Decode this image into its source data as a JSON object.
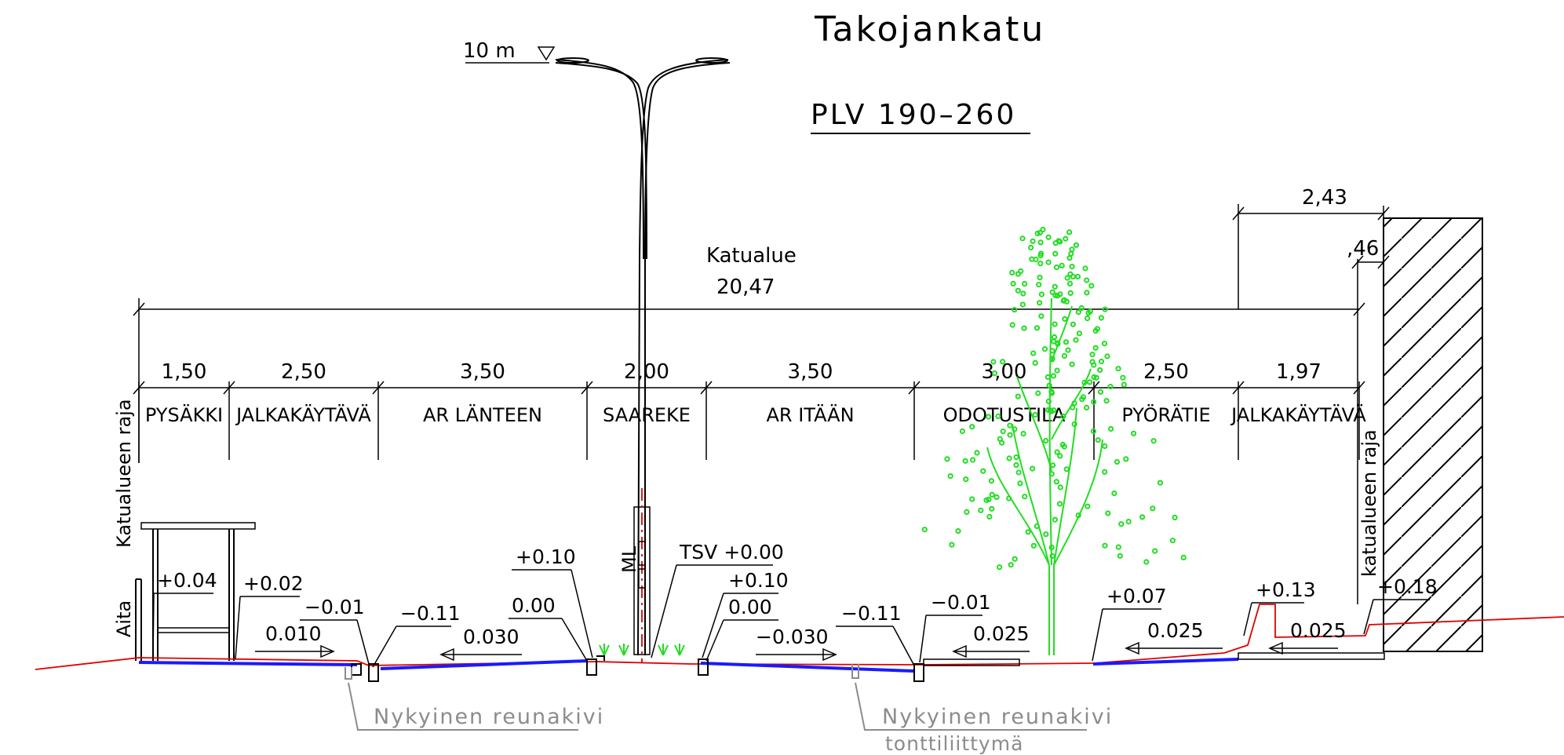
{
  "drawing": {
    "street_name": "Takojankatu",
    "section": "PLV 190–260",
    "lamp_height": "10 m",
    "total_area_label": "Katualue",
    "total_width": "20,47",
    "right_width_top": "2,43",
    "right_width_small": ",46"
  },
  "segments": [
    {
      "width": "1,50",
      "label": "PYSÄKKI"
    },
    {
      "width": "2,50",
      "label": "JALKAKÄYTÄVÄ"
    },
    {
      "width": "3,50",
      "label": "AR  LÄNTEEN"
    },
    {
      "width": "2,00",
      "label": "SAAREKE"
    },
    {
      "width": "3,50",
      "label": "AR  ITÄÄN"
    },
    {
      "width": "3,00",
      "label": "ODOTUSTILA"
    },
    {
      "width": "2,50",
      "label": "PYÖRÄTIE"
    },
    {
      "width": "1,97",
      "label": "JALKAKÄYTÄVÄ"
    }
  ],
  "side_labels": {
    "left_boundary": "Katualueen  raja",
    "fence": "Aita",
    "right_boundary": "katualueen  raja"
  },
  "elevations": [
    "+0.04",
    "+0.02",
    "−0.01",
    "−0.11",
    "+0.10",
    "0.00",
    "TSV  +0.00",
    "+0.10",
    "0.00",
    "−0.11",
    "−0.01",
    "+0.07",
    "+0.13",
    "+0.18"
  ],
  "slopes": [
    "0.010",
    "0.030",
    "−0.030",
    "0.025",
    "0.025",
    "0.025"
  ],
  "lamp_tag": "ML",
  "notes": {
    "curb_left": "Nykyinen  reunakivi",
    "curb_right": "Nykyinen  reunakivi",
    "driveway": "tonttiliittymä"
  }
}
